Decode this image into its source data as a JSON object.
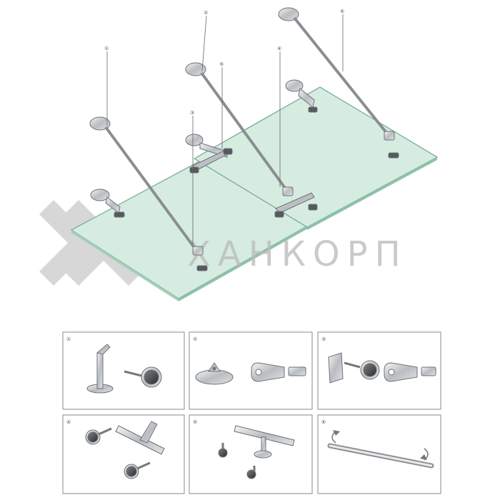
{
  "watermark": {
    "text": "ХАНКОРП"
  },
  "callouts": [
    {
      "id": "c1",
      "label": "①"
    },
    {
      "id": "c2",
      "label": "②"
    },
    {
      "id": "c3",
      "label": "③"
    },
    {
      "id": "c4",
      "label": "④"
    },
    {
      "id": "c5",
      "label": "⑤"
    },
    {
      "id": "c6",
      "label": "⑥"
    }
  ],
  "parts_panels": [
    {
      "label": "①"
    },
    {
      "label": "②"
    },
    {
      "label": "③"
    },
    {
      "label": "④"
    },
    {
      "label": "⑤"
    },
    {
      "label": "⑥"
    }
  ],
  "colors": {
    "glass": "#cfe8dc",
    "glass_edge": "#6fa88e",
    "steel": "#c9ccd0",
    "watermark": "#bdbdbd"
  }
}
